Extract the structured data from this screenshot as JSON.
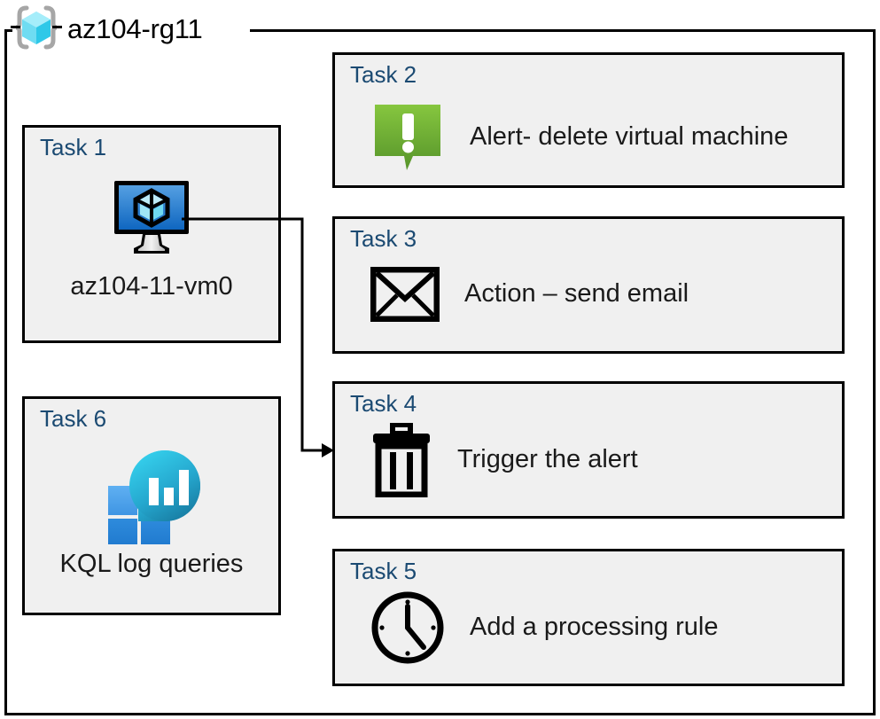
{
  "diagram": {
    "resource_group": {
      "name": "az104-rg11",
      "icon": "resource-group-cube-icon"
    },
    "colors": {
      "task_label": "#1B4A72",
      "box_fill": "#F0F0F0",
      "box_border": "#000000",
      "alert_green_light": "#7FC241",
      "alert_green_dark": "#5C9A2B",
      "vm_blue_light": "#4A95DC",
      "vm_blue_dark": "#1368BF",
      "log_cyan": "#32C5E8",
      "log_teal": "#1B7FA8",
      "log_square_light": "#55A8EF",
      "log_square_dark": "#2484D8",
      "rg_cube_light": "#9AEAF7",
      "rg_cube_mid": "#39D5F2",
      "rg_bracket_gray": "#A6A6A6"
    },
    "tasks": [
      {
        "id": "task1",
        "label": "Task 1",
        "text": "az104-11-vm0",
        "icon": "virtual-machine-icon",
        "column": "left"
      },
      {
        "id": "task2",
        "label": "Task 2",
        "text": "Alert- delete virtual machine",
        "icon": "alert-speech-bubble-icon",
        "column": "right"
      },
      {
        "id": "task3",
        "label": "Task 3",
        "text": "Action – send email",
        "icon": "envelope-icon",
        "column": "right"
      },
      {
        "id": "task4",
        "label": "Task 4",
        "text": "Trigger the alert",
        "icon": "trash-can-icon",
        "column": "right"
      },
      {
        "id": "task5",
        "label": "Task 5",
        "text": "Add a processing rule",
        "icon": "clock-icon",
        "column": "right"
      },
      {
        "id": "task6",
        "label": "Task 6",
        "text": "KQL log queries",
        "icon": "log-analytics-icon",
        "column": "left"
      }
    ],
    "connector": {
      "from": "task1-virtual-machine-icon",
      "to": "task4",
      "style": "elbow-arrow"
    }
  }
}
